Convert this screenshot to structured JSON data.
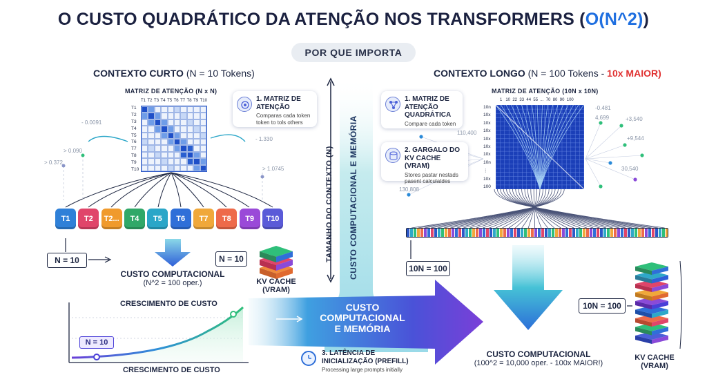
{
  "title": {
    "main": "O CUSTO QUADRÁTICO DA ATENÇÃO NOS TRANSFORMERS (",
    "highlight": "O(N^2)",
    "tail": ")"
  },
  "subtitle": "POR QUE IMPORTA",
  "left": {
    "heading_bold": "CONTEXTO CURTO",
    "heading_rest": " (N = 10 Tokens)",
    "matrix_title": "MATRIZ DE ATENÇÃO (N x N)",
    "matrix_cols": [
      "T1",
      "T2",
      "T3",
      "T4",
      "T5",
      "T6",
      "T7",
      "T8",
      "T9",
      "T10"
    ],
    "matrix_rows": [
      "T1",
      "T2",
      "T3",
      "T4",
      "T5",
      "T6",
      "T7",
      "T8",
      "T9",
      "T10"
    ],
    "callout_title": "1. MATRIZ DE ATENÇÃO",
    "callout_sub": "Comparas cada token token to tols others",
    "floating_values": [
      "- 0.0091",
      "> 0.090",
      "> 0.372",
      "- 1.330",
      "> 1.0745"
    ],
    "tokens": [
      "T1",
      "T2",
      "T2...",
      "T4",
      "T5",
      "T6",
      "T7",
      "T8",
      "T9",
      "T10"
    ],
    "token_colors": [
      "#2f80d8",
      "#e0456a",
      "#f09a2c",
      "#30a868",
      "#2aa6c8",
      "#2f6fd8",
      "#f0a83a",
      "#ee6a4a",
      "#9a4ad8",
      "#5a5ad8"
    ],
    "n_label": "N = 10",
    "n_label_kv": "N = 10",
    "cost_title": "CUSTO COMPUTACIONAL",
    "cost_sub": "(N^2 = 100 oper.)",
    "kv_title": "KV CACHE",
    "kv_sub": "(VRAM)",
    "graph_title": "CRESCIMENTO DE CUSTO",
    "graph_bottom": "CRESCIMENTO DE CUSTO",
    "graph_badge": "N = 10"
  },
  "center": {
    "axis_label": "TAMANHO DO CONTEXTO (N)",
    "vertical_label": "CUSTO COMPUTACIONAL E MEMÓRIA",
    "arrow_label": [
      "CUSTO",
      "COMPUTACIONAL",
      "E MEMÓRIA"
    ],
    "latency_title": "3. LATÊNCIA DE INICIALIZAÇÃO (PREFILL)",
    "latency_sub": "Processing large prompts initially"
  },
  "right": {
    "heading_bold": "CONTEXTO LONGO",
    "heading_rest": " (N = 100 Tokens - ",
    "heading_red": "10x MAIOR)",
    "matrix_title": "MATRIZ DE ATENÇÃO (10N x 10N)",
    "matrix_cols": "1   10  22  33  44  55  ...  70  80  90  100",
    "matrix_rows": [
      "10n",
      "10x",
      "10x",
      "10x",
      "10x",
      "10x",
      "10x",
      "10n",
      "⋮",
      "10x",
      "100"
    ],
    "callout1_title": "1. MATRIZ DE ATENÇÃO QUADRÁTICA",
    "callout1_sub": "Compare cada token",
    "callout2_title": "2. GARGALO DO KV CACHE (VRAM)",
    "callout2_sub": "Stores pastar nestads pasent calculatdes",
    "floating_values": [
      "110,400",
      "130,808",
      "-0.481",
      "4,699",
      "+3,540",
      "+9,544",
      "30,540"
    ],
    "n_label": "10N = 100",
    "n_label_kv": "10N = 100",
    "cost_title": "CUSTO COMPUTACIONAL",
    "cost_sub": "(100^2 = 10,000 oper. - 100x MAIOR!)",
    "kv_title": "KV CACHE",
    "kv_sub": "(VRAM)"
  },
  "colors": {
    "accent_blue": "#1f6fe0",
    "red": "#e03030",
    "green": "#2fbf7a",
    "purple": "#7a3fd8",
    "navy": "#1b2140"
  }
}
